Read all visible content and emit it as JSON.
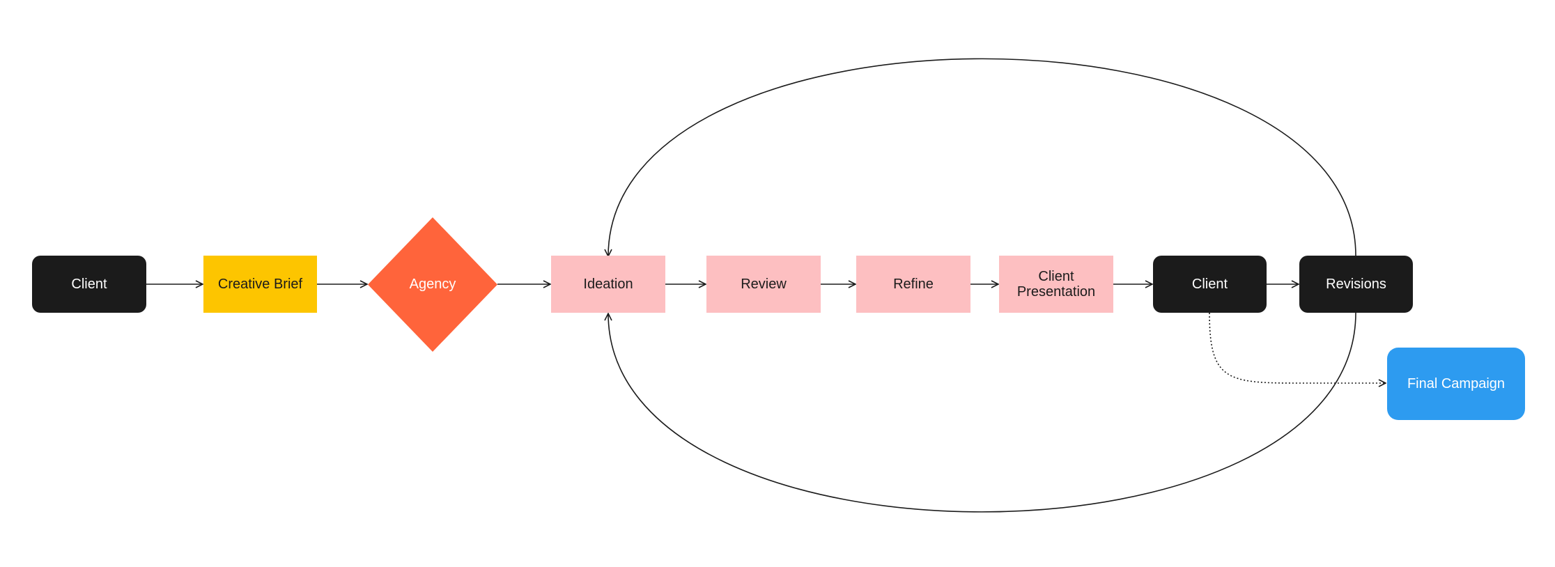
{
  "diagram": {
    "nodes": {
      "client_start": {
        "label": "Client"
      },
      "creative_brief": {
        "label": "Creative Brief"
      },
      "agency": {
        "label": "Agency"
      },
      "ideation": {
        "label": "Ideation"
      },
      "review": {
        "label": "Review"
      },
      "refine": {
        "label": "Refine"
      },
      "client_presentation": {
        "line1": "Client",
        "line2": "Presentation"
      },
      "client_review": {
        "label": "Client"
      },
      "revisions": {
        "label": "Revisions"
      },
      "final_campaign": {
        "label": "Final Campaign"
      }
    },
    "edges": [
      {
        "from": "client_start",
        "to": "creative_brief",
        "style": "solid"
      },
      {
        "from": "creative_brief",
        "to": "agency",
        "style": "solid"
      },
      {
        "from": "agency",
        "to": "ideation",
        "style": "solid"
      },
      {
        "from": "ideation",
        "to": "review",
        "style": "solid"
      },
      {
        "from": "review",
        "to": "refine",
        "style": "solid"
      },
      {
        "from": "refine",
        "to": "client_presentation",
        "style": "solid"
      },
      {
        "from": "client_presentation",
        "to": "client_review",
        "style": "solid"
      },
      {
        "from": "client_review",
        "to": "revisions",
        "style": "solid"
      },
      {
        "from": "revisions",
        "to": "ideation",
        "style": "solid",
        "route": "loop-over-top"
      },
      {
        "from": "revisions",
        "to": "ideation",
        "style": "solid",
        "route": "loop-under-bottom"
      },
      {
        "from": "client_review",
        "to": "final_campaign",
        "style": "dotted"
      }
    ],
    "colors": {
      "black_node": "#1b1b1b",
      "brief_yellow": "#fdc500",
      "agency_orange": "#ff643b",
      "stage_pink": "#fdbfc1",
      "final_blue": "#2d9bf0",
      "line": "#1b1b1b"
    }
  }
}
